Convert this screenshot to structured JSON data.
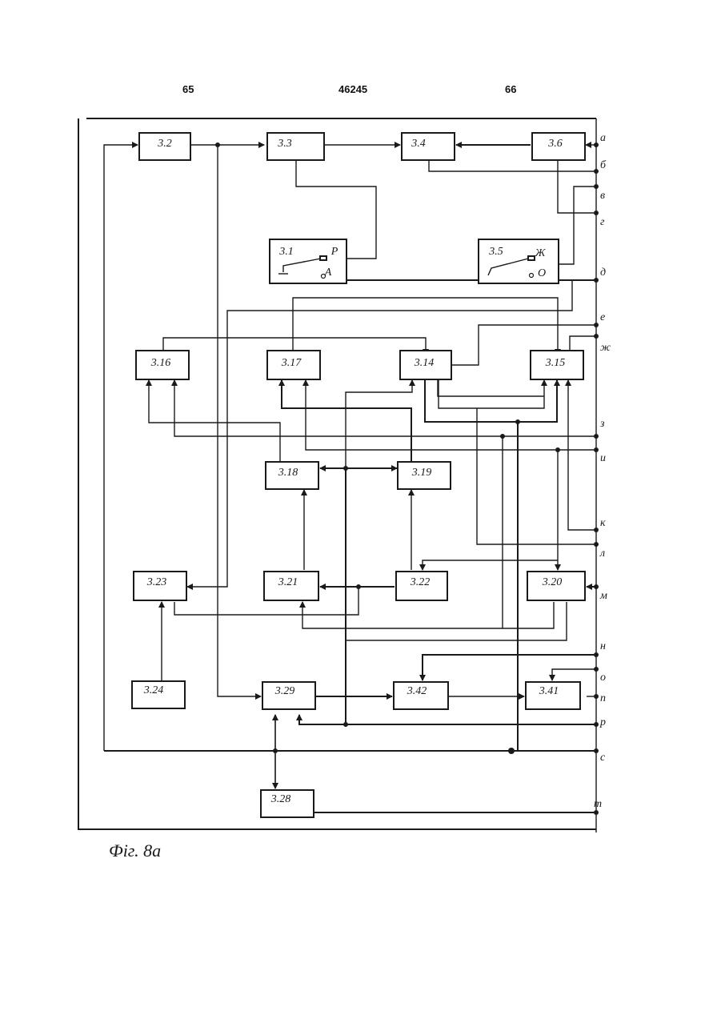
{
  "header": {
    "left_page": "65",
    "center_number": "46245",
    "right_page": "66"
  },
  "blocks": {
    "b3_2": "3.2",
    "b3_3": "3.3",
    "b3_4": "3.4",
    "b3_6": "3.6",
    "b3_1": "3.1",
    "b3_5": "3.5",
    "b3_16": "3.16",
    "b3_17": "3.17",
    "b3_14": "3.14",
    "b3_15": "3.15",
    "b3_18": "3.18",
    "b3_19": "3.19",
    "b3_23": "3.23",
    "b3_21": "3.21",
    "b3_22": "3.22",
    "b3_20": "3.20",
    "b3_24": "3.24",
    "b3_29": "3.29",
    "b3_42": "3.42",
    "b3_41": "3.41",
    "b3_28": "3.28"
  },
  "switch_labels": {
    "s1_top": "Р",
    "s1_bottom": "А",
    "s5_top": "Ж",
    "s5_bottom": "О"
  },
  "terminals": [
    "а",
    "б",
    "в",
    "г",
    "д",
    "е",
    "ж",
    "з",
    "и",
    "к",
    "л",
    "м",
    "н",
    "о",
    "п",
    "р",
    "с",
    "т"
  ],
  "caption": "Фіг. 8а"
}
